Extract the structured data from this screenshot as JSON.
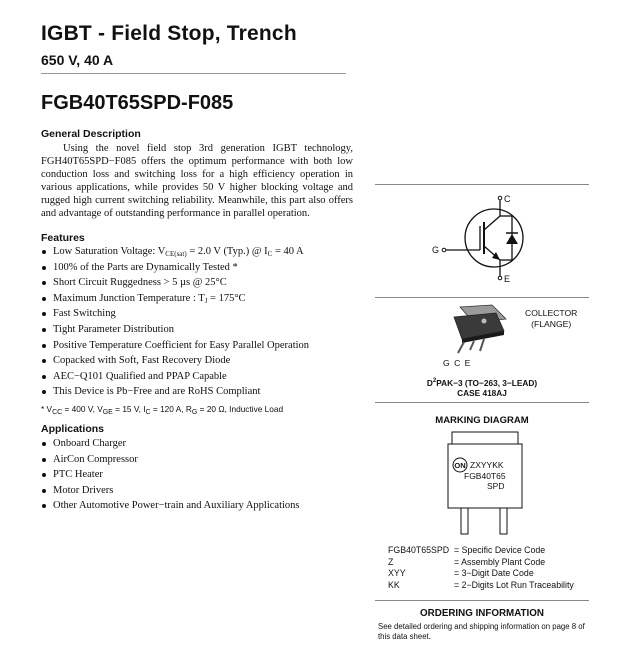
{
  "header": {
    "title": "IGBT - Field Stop, Trench",
    "subtitle": "650 V, 40 A",
    "part_number": "FGB40T65SPD-F085"
  },
  "general_description": {
    "heading": "General Description",
    "text": "Using the novel field stop 3rd generation IGBT technology, FGH40T65SPD−F085 offers the optimum performance with both low conduction loss and switching loss for a high efficiency operation in various applications, while provides 50 V higher blocking voltage and rugged high current switching reliability. Meanwhile, this part also offers and advantage of outstanding performance in parallel operation."
  },
  "features": {
    "heading": "Features",
    "saturation": {
      "lead": "Low Saturation Voltage: V",
      "sub1": "CE(sat)",
      "mid": " = 2.0 V (Typ.) @ I",
      "sub2": "C",
      "tail": " = 40 A"
    },
    "tested": "100% of the Parts are Dynamically Tested *",
    "short_circuit": "Short Circuit Ruggedness > 5 µs @ 25°C",
    "junction": {
      "lead": "Maximum Junction Temperature : T",
      "sub": "J",
      "tail": " = 175°C"
    },
    "items": [
      "Fast Switching",
      "Tight Parameter Distribution",
      "Positive Temperature Coefficient for Easy Parallel Operation",
      "Copacked with Soft, Fast Recovery Diode",
      "AEC−Q101 Qualified and PPAP Capable",
      "This Device is Pb−Free and are RoHS Compliant"
    ],
    "footnote": {
      "p1": "* V",
      "s1": "CC",
      "p2": " = 400 V, V",
      "s2": "GE",
      "p3": " = 15 V, I",
      "s3": "C",
      "p4": " = 120 A, R",
      "s4": "G",
      "p5": " = 20 Ω, Inductive Load"
    }
  },
  "applications": {
    "heading": "Applications",
    "items": [
      "Onboard Charger",
      "AirCon Compressor",
      "PTC Heater",
      "Motor Drivers",
      "Other Automotive Power−train and Auxiliary Applications"
    ]
  },
  "schematic": {
    "collector": "C",
    "gate": "G",
    "emitter": "E"
  },
  "package": {
    "collector_label": "COLLECTOR",
    "flange_label": "(FLANGE)",
    "pins": "G C E",
    "name_prefix": "D",
    "name_sup": "2",
    "name_rest": "PAK−3 (TO−263, 3−LEAD)",
    "case": "CASE 418AJ"
  },
  "marking": {
    "heading": "MARKING DIAGRAM",
    "logo": "ON",
    "line1": "ZXYYKK",
    "line2": "FGB40T65",
    "line3": "SPD",
    "legend": [
      {
        "code": "FGB40T65SPD",
        "desc": "= Specific Device Code"
      },
      {
        "code": "Z",
        "desc": "= Assembly Plant Code"
      },
      {
        "code": "XYY",
        "desc": "= 3−Digit Date Code"
      },
      {
        "code": "KK",
        "desc": "= 2−Digits Lot Run Traceability"
      }
    ]
  },
  "ordering": {
    "heading": "ORDERING INFORMATION",
    "text": "See detailed ordering and shipping information on page 8 of this data sheet."
  },
  "colors": {
    "text": "#111111",
    "rule": "#888888",
    "package_body": "#333333"
  }
}
